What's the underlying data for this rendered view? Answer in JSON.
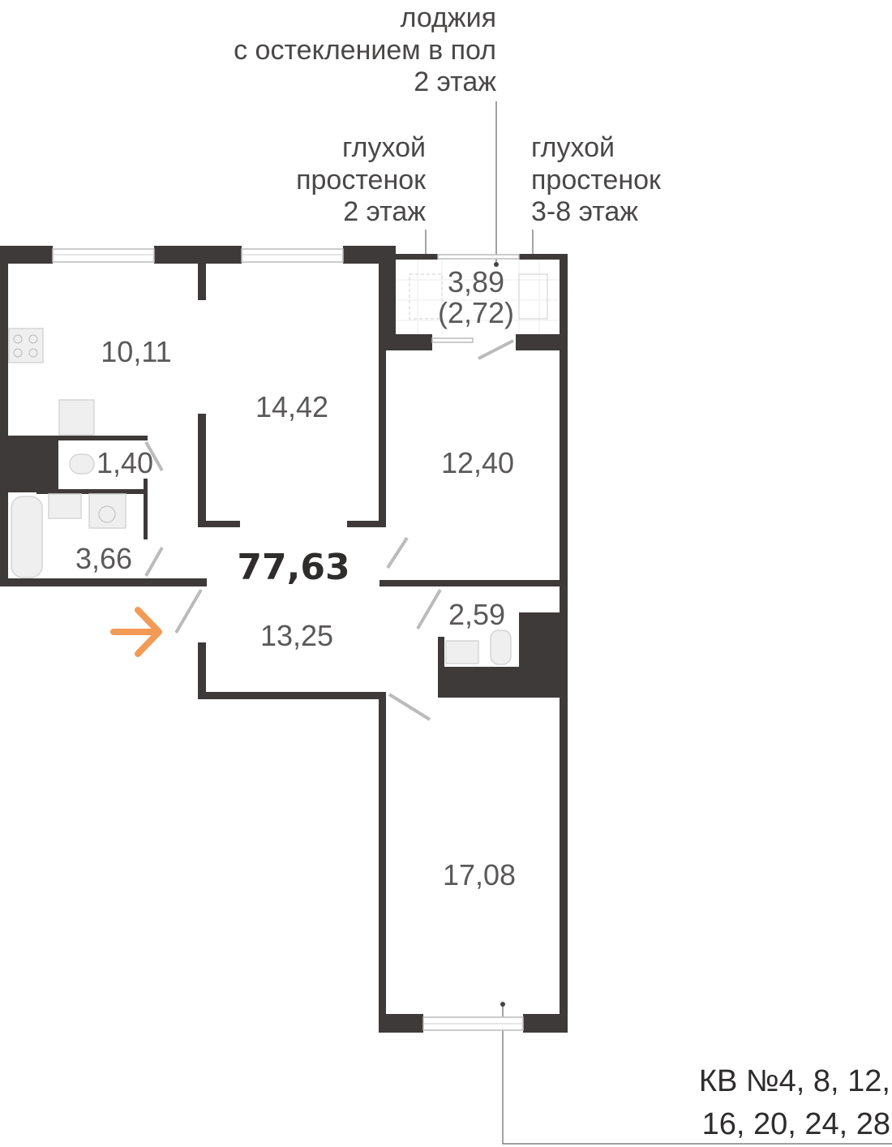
{
  "annotations": {
    "loggia": [
      "лоджия",
      "с остеклением в пол",
      "2 этаж"
    ],
    "blind_wall_left": [
      "глухой",
      "простенок",
      "2 этаж"
    ],
    "blind_wall_right": [
      "глухой",
      "простенок",
      "3-8 этаж"
    ]
  },
  "rooms": {
    "kitchen": "10,11",
    "living_room": "14,42",
    "toilet": "1,40",
    "bathroom": "3,66",
    "loggia_area": "3,89",
    "loggia_reduced": "(2,72)",
    "bedroom_1": "12,40",
    "hallway": "13,25",
    "bathroom_2": "2,59",
    "bedroom_2": "17,08"
  },
  "total_area": "77,63",
  "apartment_numbers": [
    "КВ №4, 8, 12,",
    "16, 20, 24, 28"
  ],
  "colors": {
    "wall": "#3e3a39",
    "entrance_arrow": "#f39a55"
  }
}
